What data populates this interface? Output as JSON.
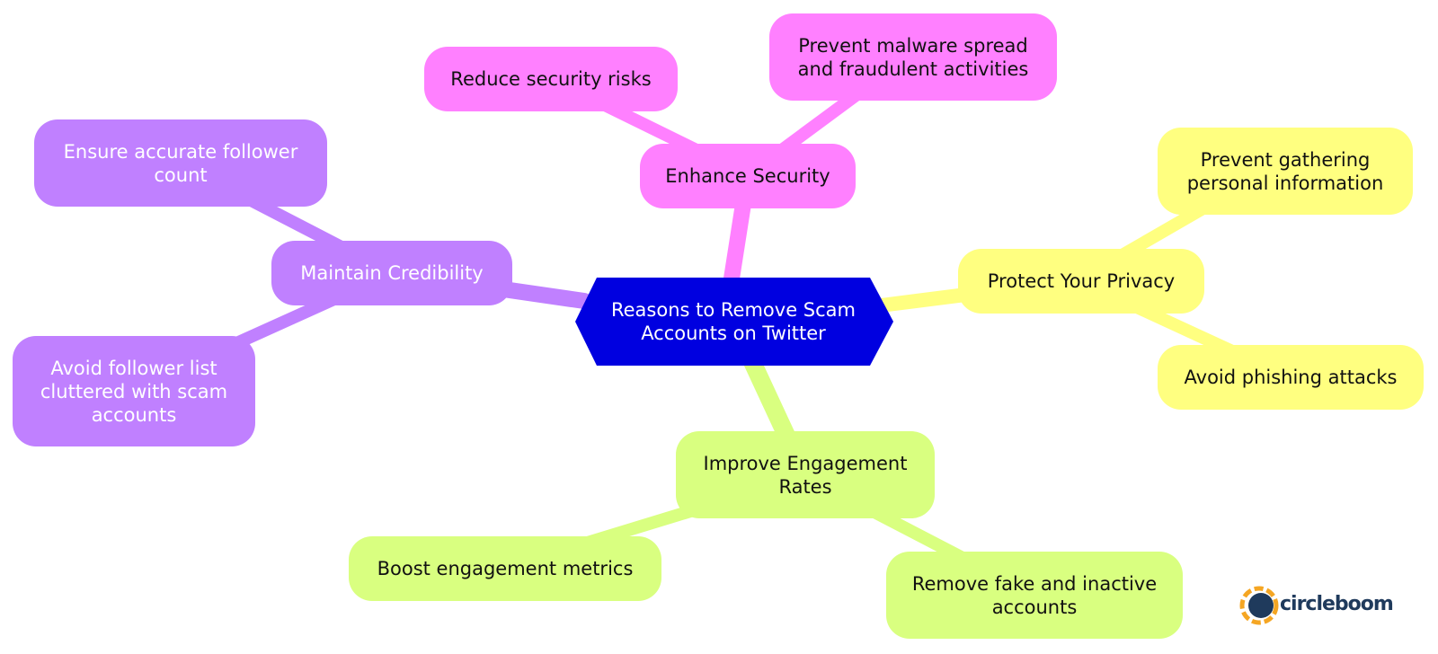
{
  "root": {
    "label": "Reasons to Remove Scam Accounts on Twitter",
    "color": "#0000e0"
  },
  "branches": {
    "security": {
      "label": "Enhance Security",
      "color": "#ff80ff",
      "children": [
        "Reduce security risks",
        "Prevent malware spread and fraudulent activities"
      ]
    },
    "privacy": {
      "label": "Protect Your Privacy",
      "color": "#ffff80",
      "children": [
        "Prevent gathering personal information",
        "Avoid phishing attacks"
      ]
    },
    "credibility": {
      "label": "Maintain Credibility",
      "color": "#c080ff",
      "children": [
        "Ensure accurate follower count",
        "Avoid follower list cluttered with scam accounts"
      ]
    },
    "engagement": {
      "label": "Improve Engagement Rates",
      "color": "#d9ff80",
      "children": [
        "Boost engagement metrics",
        "Remove fake and inactive accounts"
      ]
    }
  },
  "logo": {
    "text": "circleboom"
  }
}
